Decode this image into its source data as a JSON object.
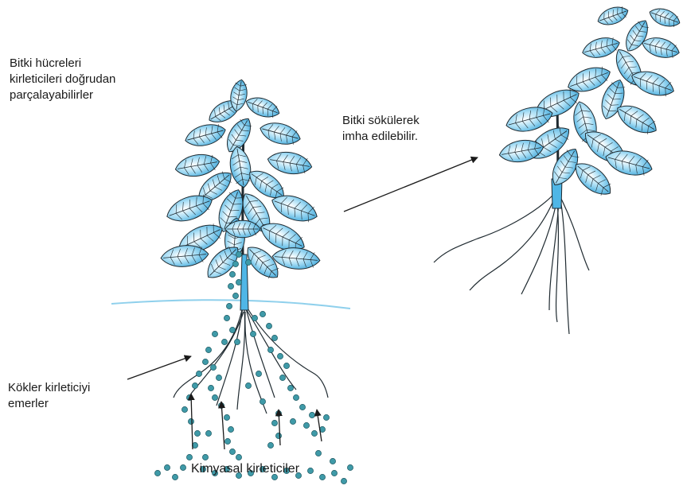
{
  "labels": {
    "break_down": [
      "Bitki hücreleri",
      "kirleticileri doğrudan",
      "parçalayabilirler"
    ],
    "removal": [
      "Bitki sökülerek",
      "imha edilebilir."
    ],
    "roots": [
      "Kökler kirleticiyi",
      "emerler"
    ],
    "chemicals": "Kimyasal kirleticiler"
  },
  "colors": {
    "leaf_fill": "#7fcdf0",
    "leaf_light": "#d6f0fb",
    "leaf_dark": "#2a9fd8",
    "stroke": "#1f2a30",
    "dot": "#3f9aa8",
    "ground_line": "#8fd0ec"
  }
}
